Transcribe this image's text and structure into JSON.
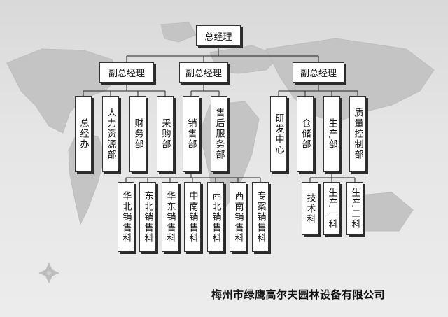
{
  "org": {
    "ceo": "总经理",
    "vp1": "副总经理",
    "vp2": "副总经理",
    "vp3": "副总经理",
    "dept": {
      "office": "总经办",
      "hr": "人力资源部",
      "finance": "财务部",
      "purchase": "采购部",
      "sales": "销售部",
      "aftersales": "售后服务部",
      "rd": "研发中心",
      "storage": "仓储部",
      "production": "生产部",
      "quality": "质量控制部"
    },
    "sub": {
      "north": "华北销售科",
      "northeast": "东北销售科",
      "east": "华东销售科",
      "central_south": "中南销售科",
      "northwest": "西北销售科",
      "southwest": "西南销售科",
      "special": "专案销售科",
      "tech": "技术科",
      "prod1": "生产一科",
      "prod2": "生产二科"
    }
  },
  "company_name": "梅州市绿鹰高尔夫园林设备有限公司",
  "colors": {
    "background": "#e3e3e3",
    "box": "#ffffff",
    "border": "#333333",
    "map": "#c2c2c2"
  }
}
